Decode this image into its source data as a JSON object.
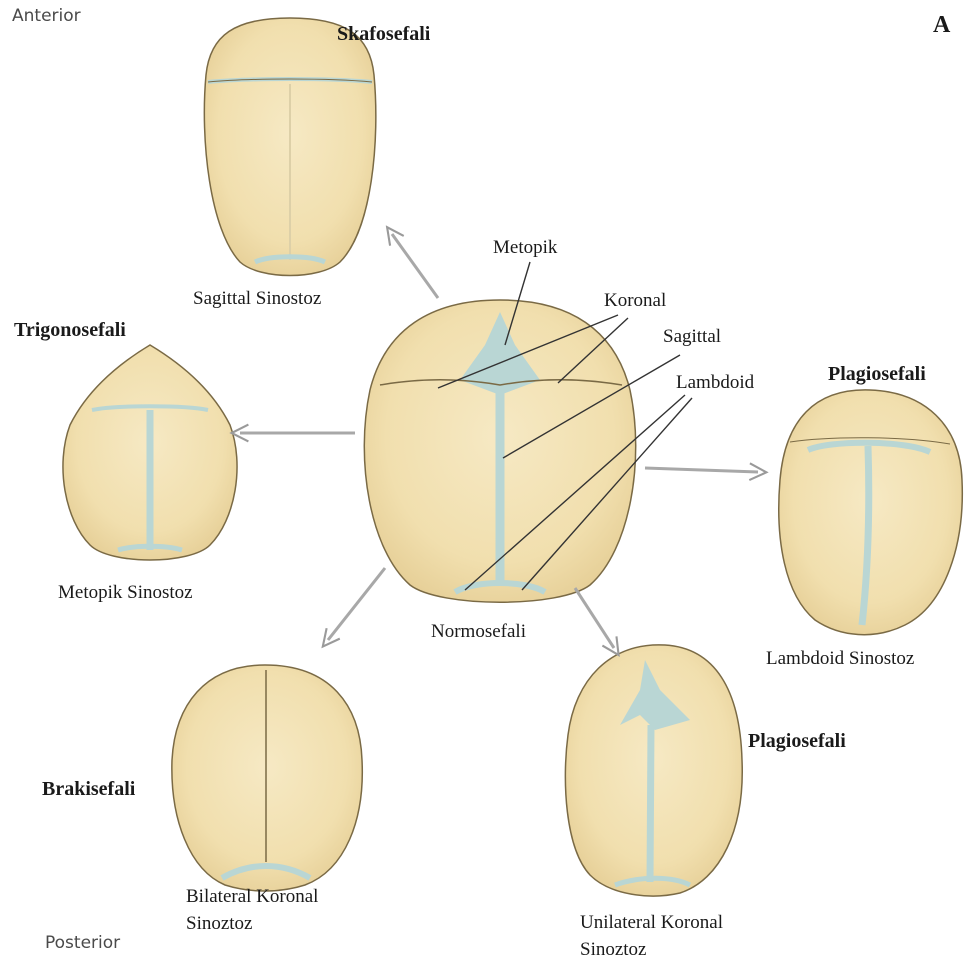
{
  "orientation": {
    "top": "Anterior",
    "bottom": "Posterior"
  },
  "panel_letter": "A",
  "center": {
    "caption": "Normosefali",
    "sutures": [
      "Metopik",
      "Koronal",
      "Sagittal",
      "Lambdoid"
    ]
  },
  "skulls": {
    "skafosefali": {
      "title": "Skafosefali",
      "caption": "Sagittal Sinostoz"
    },
    "trigonosefali": {
      "title": "Trigonosefali",
      "caption": "Metopik Sinostoz"
    },
    "plagiosefali_lambdoid": {
      "title": "Plagiosefali",
      "caption": "Lambdoid Sinostoz"
    },
    "brakisefali": {
      "title": "Brakisefali",
      "caption_line1": "Bilateral Koronal",
      "caption_line2": "Sinoztoz"
    },
    "plagiosefali_koronal": {
      "title": "Plagiosefali",
      "caption_line1": "Unilateral Koronal",
      "caption_line2": "Sinoztoz"
    }
  },
  "colors": {
    "bone": "#f1dfae",
    "suture": "#b9d6d4",
    "outline": "#7a6a45"
  }
}
